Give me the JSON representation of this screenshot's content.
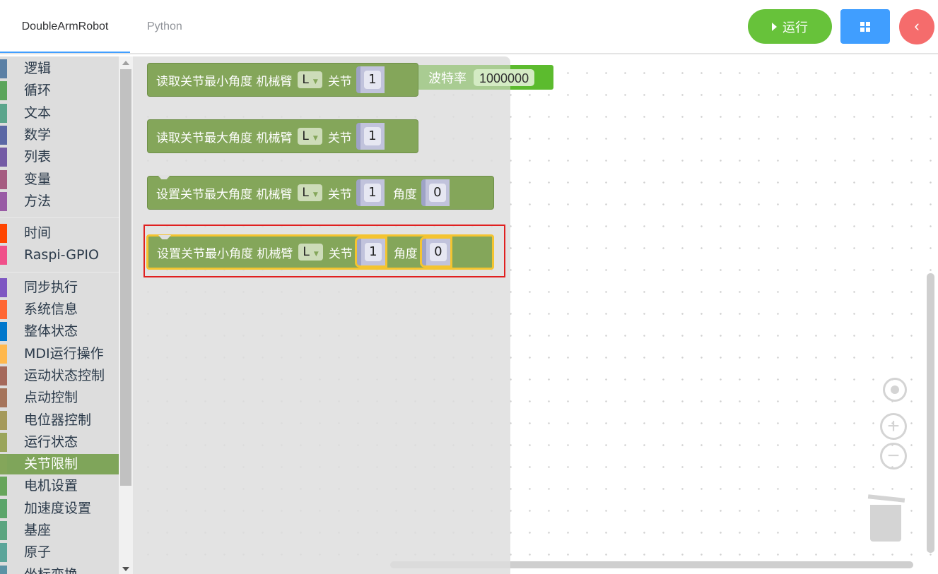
{
  "header": {
    "tabs": [
      {
        "label": "DoubleArmRobot",
        "active": true
      },
      {
        "label": "Python",
        "active": false
      }
    ],
    "run_label": "运行",
    "run_icon": "play-icon",
    "grid_icon": "grid-icon",
    "back_icon": "chevron-left-icon",
    "back_glyph": "‹"
  },
  "sidebar": {
    "selected": "关节限制",
    "groups": [
      [
        {
          "label": "逻辑",
          "color": "#5b80a5"
        },
        {
          "label": "循环",
          "color": "#5ba55b"
        },
        {
          "label": "文本",
          "color": "#5ba58c"
        },
        {
          "label": "数学",
          "color": "#5b67a5"
        },
        {
          "label": "列表",
          "color": "#745ba5"
        },
        {
          "label": "变量",
          "color": "#a55b80"
        },
        {
          "label": "方法",
          "color": "#995ba5"
        }
      ],
      [
        {
          "label": "时间",
          "color": "#ff4500"
        },
        {
          "label": "Raspi-GPIO",
          "color": "#f0508a"
        }
      ],
      [
        {
          "label": "同步执行",
          "color": "#7e57c2"
        },
        {
          "label": "系统信息",
          "color": "#ff6633"
        },
        {
          "label": "整体状态",
          "color": "#0077cc"
        },
        {
          "label": "MDI运行操作",
          "color": "#ffb84d"
        },
        {
          "label": "运动状态控制",
          "color": "#a5695b"
        },
        {
          "label": "点动控制",
          "color": "#a5745b"
        },
        {
          "label": "电位器控制",
          "color": "#a59a5b"
        },
        {
          "label": "运行状态",
          "color": "#9aa55b"
        },
        {
          "label": "关节限制",
          "color": "#84a65a"
        },
        {
          "label": "电机设置",
          "color": "#67a55b"
        },
        {
          "label": "加速度设置",
          "color": "#5ba56a"
        },
        {
          "label": "基座",
          "color": "#5ba580"
        },
        {
          "label": "原子",
          "color": "#5ba59a"
        },
        {
          "label": "坐标变换",
          "color": "#5b93a5"
        }
      ]
    ]
  },
  "workspace": {
    "ghost_block": {
      "label": "波特率",
      "value": "1000000"
    }
  },
  "blocks": [
    {
      "title": "读取关节最小角度 机械臂",
      "arm": "L",
      "joint_label": "关节",
      "joint": "1"
    },
    {
      "title": "读取关节最大角度 机械臂",
      "arm": "L",
      "joint_label": "关节",
      "joint": "1"
    },
    {
      "title": "设置关节最大角度 机械臂",
      "arm": "L",
      "joint_label": "关节",
      "joint": "1",
      "angle_label": "角度",
      "angle": "0"
    },
    {
      "title": "设置关节最小角度 机械臂",
      "arm": "L",
      "joint_label": "关节",
      "joint": "1",
      "angle_label": "角度",
      "angle": "0",
      "selected": true
    }
  ],
  "controls": {
    "center": "target-icon",
    "zoom_in": "+",
    "zoom_out": "−",
    "trash": "trash-icon"
  },
  "colors": {
    "block": "#84a65a",
    "run": "#67c23a",
    "blue": "#409eff",
    "red": "#f56c6c",
    "highlight": "#f4c430"
  }
}
